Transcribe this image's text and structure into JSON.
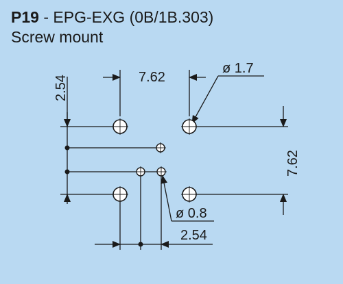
{
  "header": {
    "part_code": "P19",
    "separator": " - ",
    "model": "EPG-EXG (0B/1B.303)",
    "subtitle": "Screw mount"
  },
  "drawing": {
    "dim_top_width": "7.62",
    "dim_left_height": "2.54",
    "dim_large_hole_dia": "ø 1.7",
    "dim_right_height": "7.62",
    "dim_small_hole_dia": "ø 0.8",
    "dim_bottom_spacing": "2.54"
  },
  "colors": {
    "background": "#b9d9f2",
    "line": "#1a1a1a",
    "hole_fill": "#ffffff"
  }
}
